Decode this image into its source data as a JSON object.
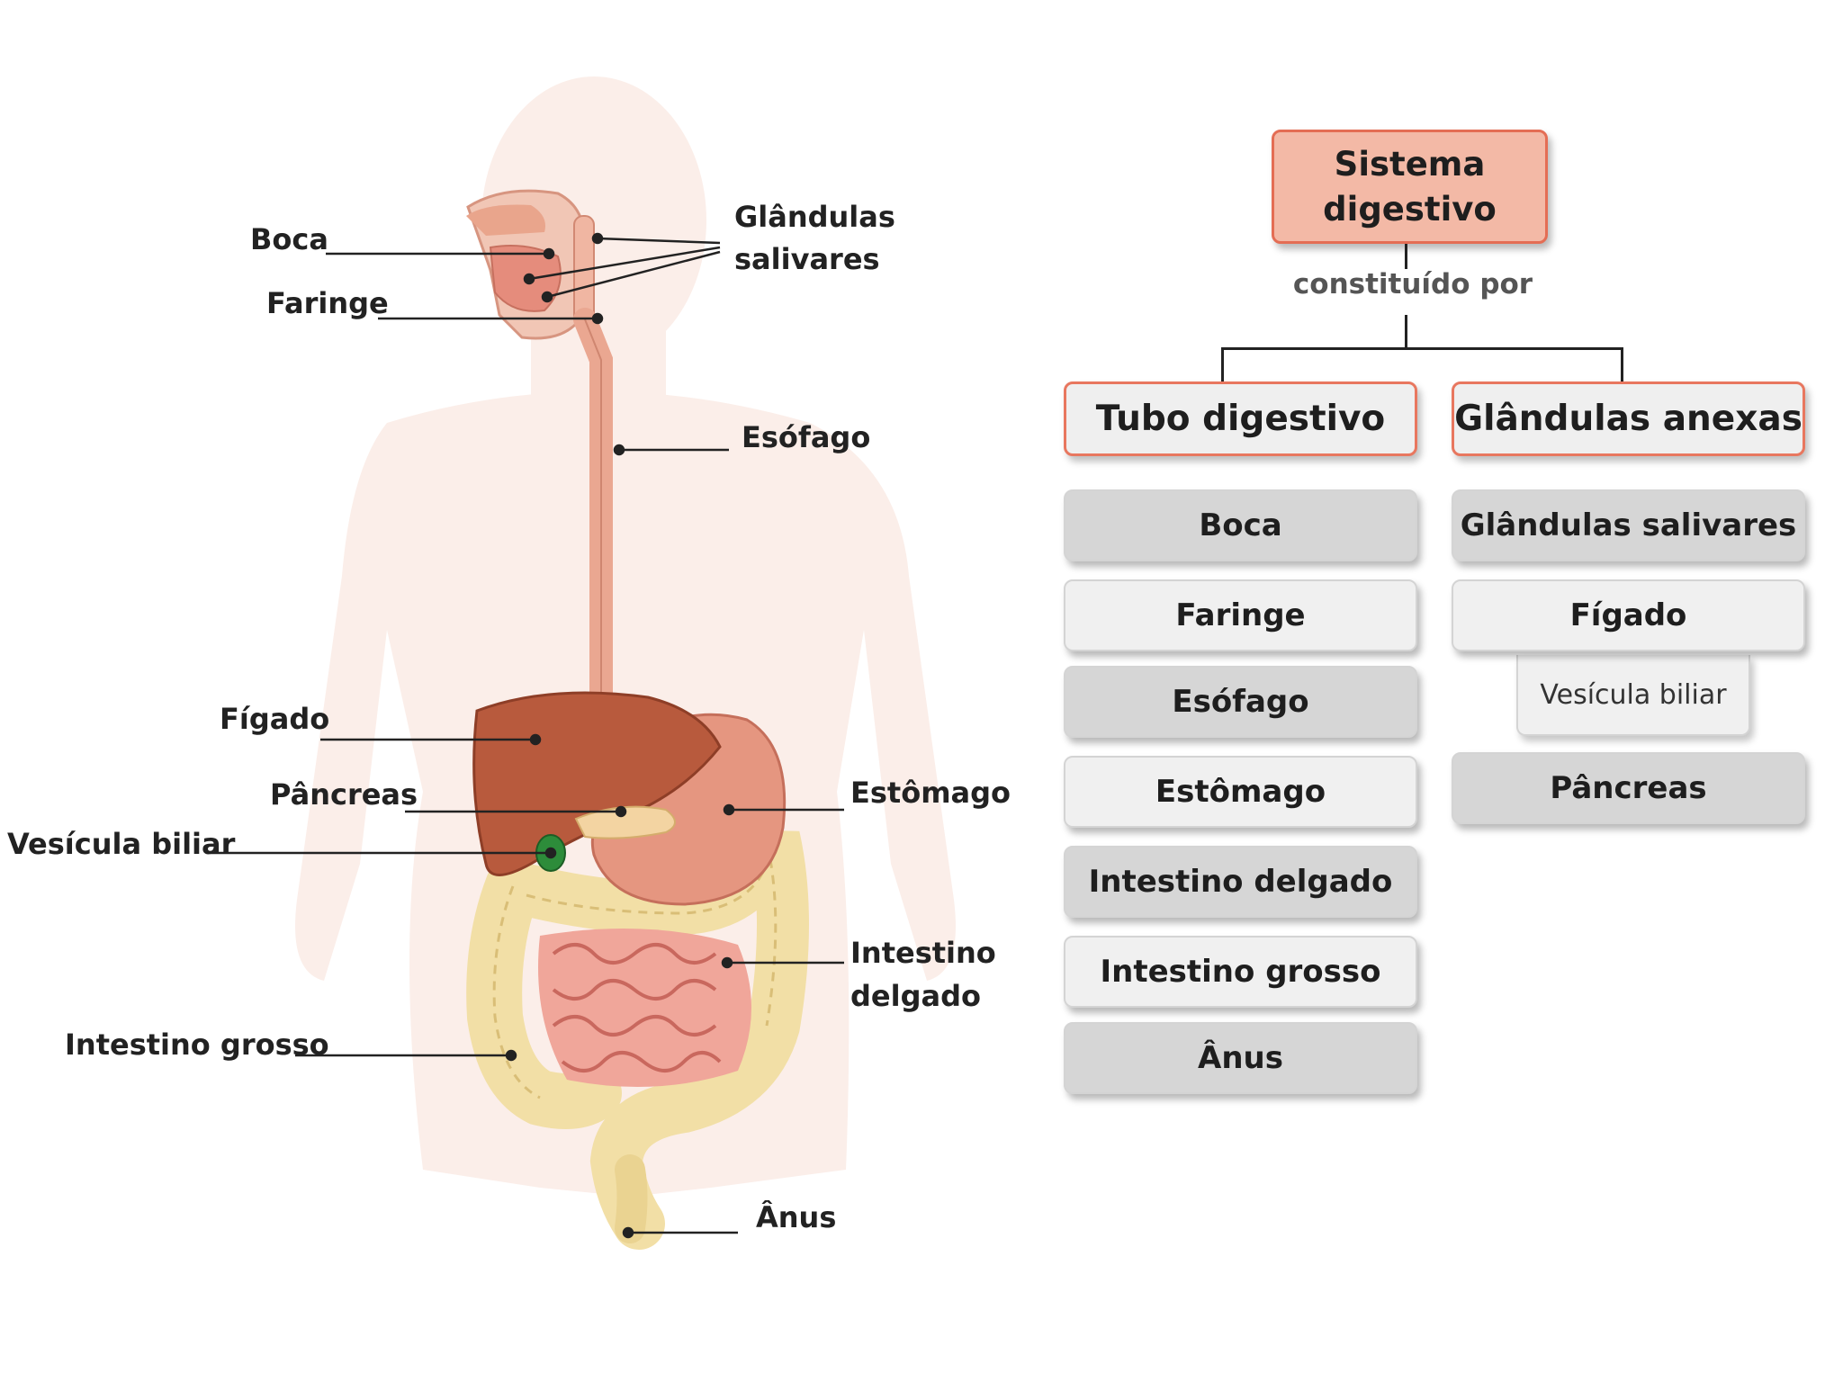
{
  "anatomy_labels": {
    "boca": "Boca",
    "faringe": "Faringe",
    "glandulas_line1": "Glândulas",
    "glandulas_line2": "salivares",
    "esofago": "Esófago",
    "figado": "Fígado",
    "pancreas": "Pâncreas",
    "vesicula": "Vesícula biliar",
    "estomago": "Estômago",
    "intestino_delgado_line1": "Intestino",
    "intestino_delgado_line2": "delgado",
    "intestino_grosso": "Intestino grosso",
    "anus": "Ânus"
  },
  "concept_map": {
    "root_line1": "Sistema",
    "root_line2": "digestivo",
    "connector": "constituído por",
    "tubo": {
      "title": "Tubo digestivo",
      "items": [
        "Boca",
        "Faringe",
        "Esófago",
        "Estômago",
        "Intestino delgado",
        "Intestino grosso",
        "Ânus"
      ]
    },
    "glandulas": {
      "title": "Glândulas anexas",
      "items": [
        "Glândulas salivares",
        "Fígado",
        "Pâncreas"
      ],
      "sub_item": "Vesícula biliar"
    }
  },
  "colors": {
    "root_fill": "#f3b9a6",
    "accent_border": "#e46d54",
    "item_dark": "#d6d6d6",
    "item_light": "#f0f0f0"
  }
}
